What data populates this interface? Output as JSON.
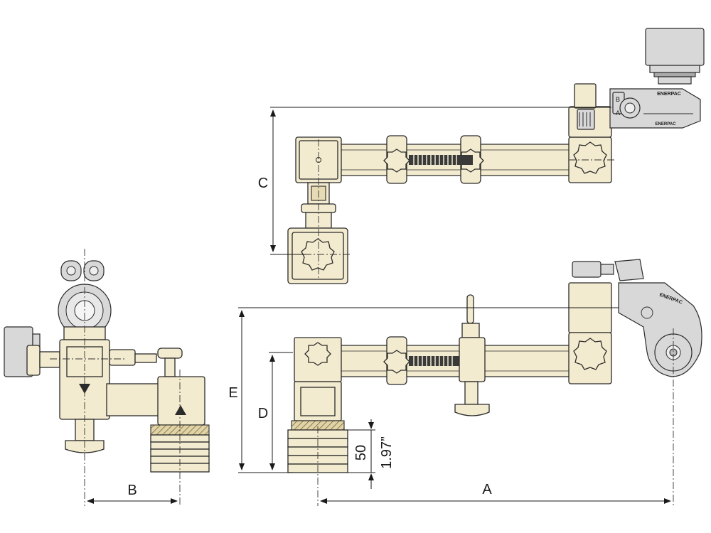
{
  "dimensions": {
    "A": "A",
    "B": "B",
    "C": "C",
    "D": "D",
    "E": "E",
    "height_mm": "50",
    "height_in": "1.97”"
  },
  "brand": {
    "top_label": "ENERPAC",
    "side_label": "ENERPAC",
    "port_b": "B",
    "port_a": "A"
  },
  "colors": {
    "part_fill": "#f3ebcf",
    "tool_gray": "#d8d8d8",
    "line": "#1a1a1a"
  }
}
